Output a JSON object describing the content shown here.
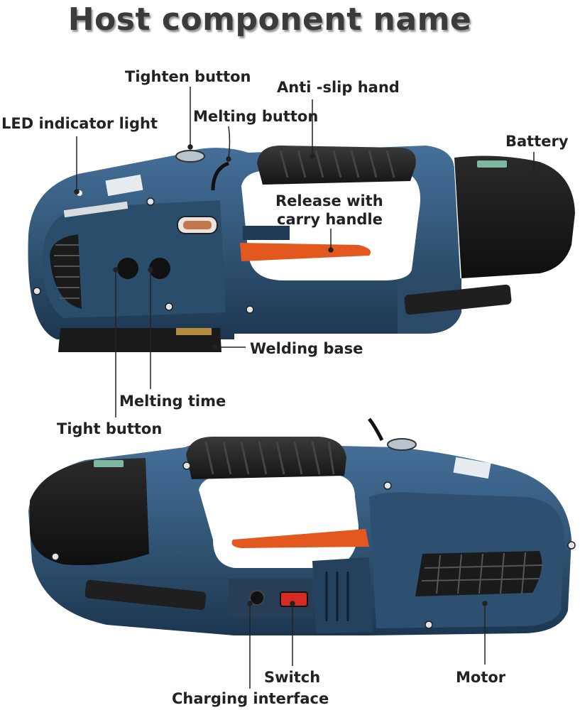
{
  "title": "Host component name",
  "labels": {
    "tighten_button": "Tighten button",
    "anti_slip_hand": "Anti -slip hand",
    "led_indicator_light": "LED indicator light",
    "melting_button": "Melting button",
    "battery": "Battery",
    "release_line1": "Release with",
    "release_line2": "carry handle",
    "welding_base": "Welding base",
    "melting_time": "Melting time",
    "tight_button": "Tight button",
    "switch": "Switch",
    "motor": "Motor",
    "charging_interface": "Charging interface"
  },
  "colors": {
    "body_blue": "#2f5372",
    "body_dark": "#1c3650",
    "grip_black": "#1f1f1f",
    "lever_orange": "#e2581f",
    "switch_red": "#d62a22",
    "title_gray": "#3b3b3b"
  }
}
